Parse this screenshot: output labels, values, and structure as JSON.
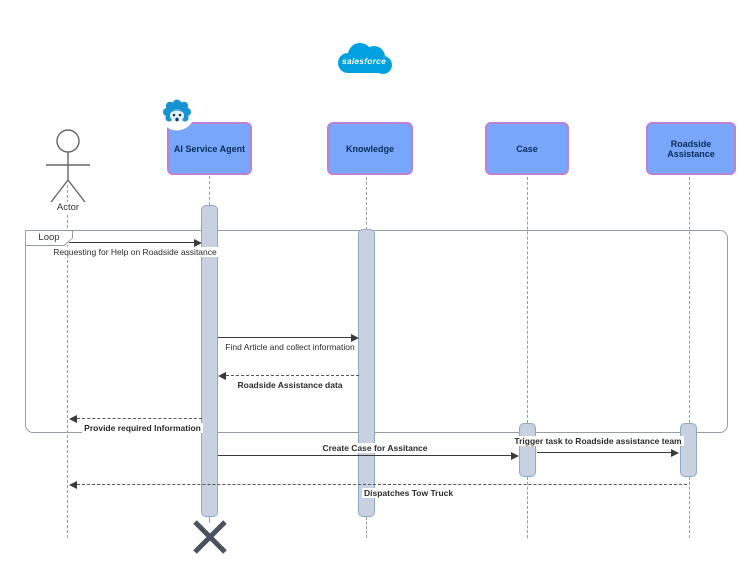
{
  "header": {
    "logo_label": "salesforce",
    "logo_icon": "salesforce-cloud-logo"
  },
  "actor": {
    "label": "Actor"
  },
  "participants": {
    "ai_service_agent": "AI Service Agent",
    "knowledge": "Knowledge",
    "case": "Case",
    "roadside_assistance": "Roadside Assistance"
  },
  "icons": {
    "mascot": "einstein-agent-mascot"
  },
  "loop_frame": {
    "label": "Loop"
  },
  "messages": [
    {
      "label": "Requesting for Help on Roadside assitance",
      "from": "Actor",
      "to": "AI Service Agent",
      "line": "solid",
      "direction": "right"
    },
    {
      "label": "Find Article and collect information",
      "from": "AI Service Agent",
      "to": "Knowledge",
      "line": "solid",
      "direction": "right"
    },
    {
      "label": "Roadside Assistance data",
      "from": "Knowledge",
      "to": "AI Service Agent",
      "line": "dashed",
      "direction": "left"
    },
    {
      "label": "Provide required Information",
      "from": "AI Service Agent",
      "to": "Actor",
      "line": "dashed",
      "direction": "left"
    },
    {
      "label": "Create Case for Assitance",
      "from": "AI Service Agent",
      "to": "Case",
      "line": "solid",
      "direction": "right"
    },
    {
      "label": "Trigger task to Roadside assistance team",
      "from": "Case",
      "to": "Roadside Assistance",
      "line": "solid",
      "direction": "right"
    },
    {
      "label": "Dispatches Tow Truck",
      "from": "Roadside Assistance",
      "to": "Actor",
      "line": "dashed",
      "direction": "left"
    }
  ],
  "colors": {
    "participant_fill": "#78A6F8",
    "participant_border": "#BE7FD9",
    "participant_text": "#0A2E5C",
    "activation_fill": "#C7D1E0",
    "activation_border": "#8BAACB",
    "logo_blue": "#00A1E0",
    "frame_border": "#959CA3",
    "arrow": "#3A3A3A",
    "destroy_x": "#49525E"
  }
}
